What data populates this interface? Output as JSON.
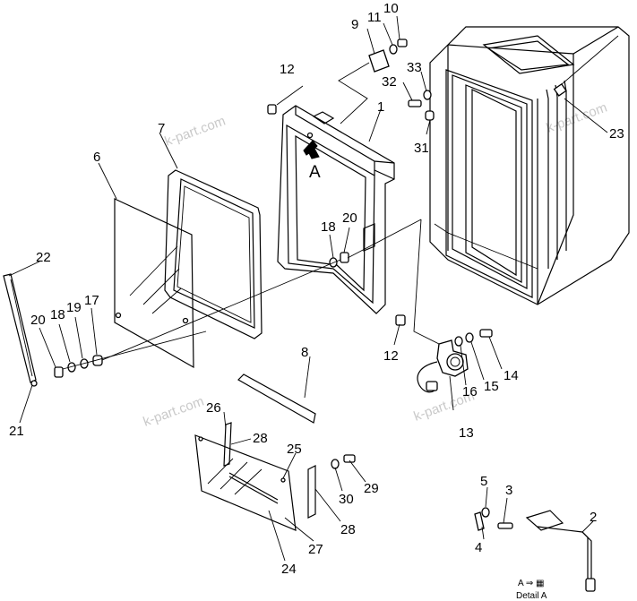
{
  "callouts": {
    "c1": "1",
    "c2": "2",
    "c3": "3",
    "c4": "4",
    "c5": "5",
    "c6": "6",
    "c7": "7",
    "c8": "8",
    "c9": "9",
    "c10": "10",
    "c11": "11",
    "c12a": "12",
    "c12b": "12",
    "c13": "13",
    "c14": "14",
    "c15": "15",
    "c16": "16",
    "c17": "17",
    "c18a": "18",
    "c18b": "18",
    "c19": "19",
    "c20a": "20",
    "c20b": "20",
    "c21": "21",
    "c22": "22",
    "c23": "23",
    "c24": "24",
    "c25": "25",
    "c26": "26",
    "c27": "27",
    "c28a": "28",
    "c28b": "28",
    "c29": "29",
    "c30": "30",
    "c31": "31",
    "c32": "32",
    "c33": "33"
  },
  "view_label": "A",
  "watermarks": {
    "w1": "k-part.com",
    "w2": "k-part.com",
    "w3": "k-part.com",
    "w4": "k-part.com"
  },
  "detail": {
    "line1": "A  ⇒  ▦",
    "line2": "Detail  A"
  }
}
